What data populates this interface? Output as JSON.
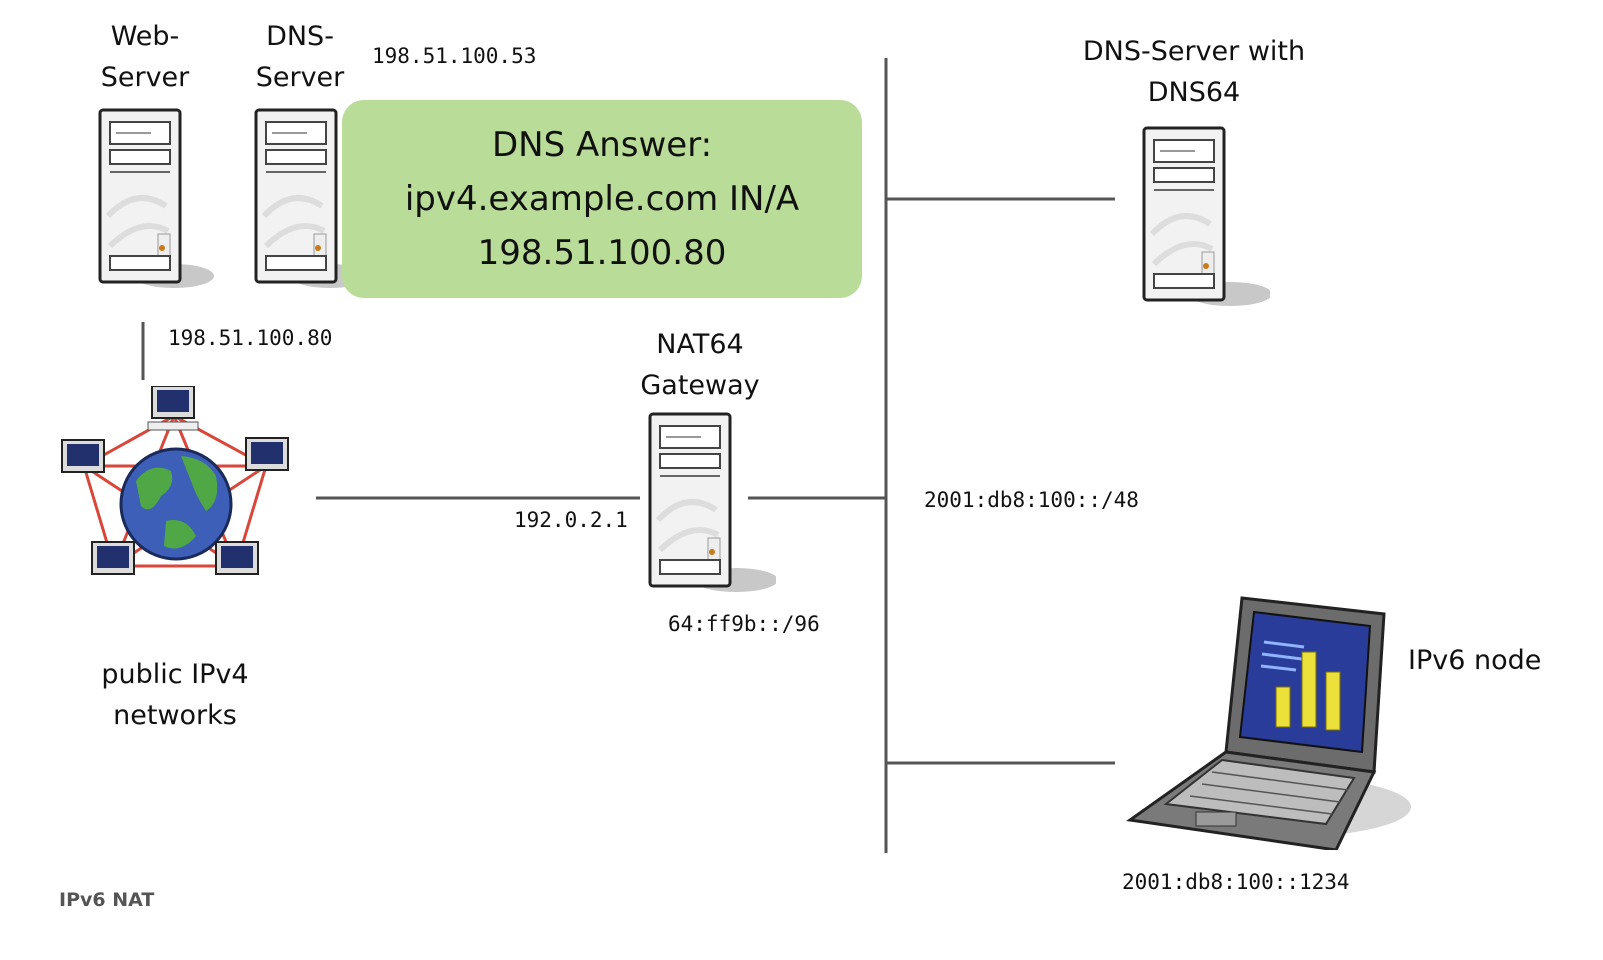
{
  "labels": {
    "web_server": [
      "Web-",
      "Server"
    ],
    "dns_server": [
      "DNS-",
      "Server"
    ],
    "dns64_server": [
      "DNS-Server with",
      "DNS64"
    ],
    "nat64_gateway": [
      "NAT64",
      "Gateway"
    ],
    "ipv4_networks": [
      "public IPv4",
      "networks"
    ],
    "ipv6_node": "IPv6 node"
  },
  "addresses": {
    "dns_server_ip": "198.51.100.53",
    "web_server_ip": "198.51.100.80",
    "gateway_ipv4": "192.0.2.1",
    "nat64_prefix": "64:ff9b::/96",
    "ipv6_network": "2001:db8:100::/48",
    "ipv6_node_ip": "2001:db8:100::1234"
  },
  "dns_answer": {
    "line1": "DNS Answer:",
    "line2": "ipv4.example.com IN/A",
    "line3": "198.51.100.80"
  },
  "caption": "IPv6 NAT",
  "colors": {
    "answer_box": "#b9dc98",
    "lines": "#555555",
    "ring": "#d9463a"
  },
  "icons": [
    "server-icon",
    "globe-network-icon",
    "laptop-icon"
  ]
}
